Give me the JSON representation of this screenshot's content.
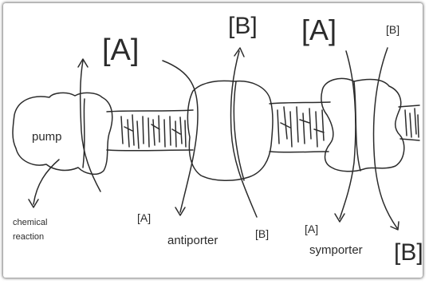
{
  "diagram": {
    "proteins": {
      "pump": "pump",
      "antiporter": "antiporter",
      "symporter": "symporter"
    },
    "pump_note": {
      "line1": "chemical",
      "line2": "reaction"
    },
    "labels": {
      "A_top_pump": "[A]",
      "A_bottom_pump": "[A]",
      "B_top_antiporter": "[B]",
      "B_bottom_antiporter": "[B]",
      "A_top_symporter": "[A]",
      "B_top_symporter": "[B]",
      "A_bottom_symporter": "[A]",
      "B_bottom_symporter": "[B]"
    },
    "colors": {
      "ink": "#2b2b2b",
      "paper": "#ffffff"
    }
  }
}
